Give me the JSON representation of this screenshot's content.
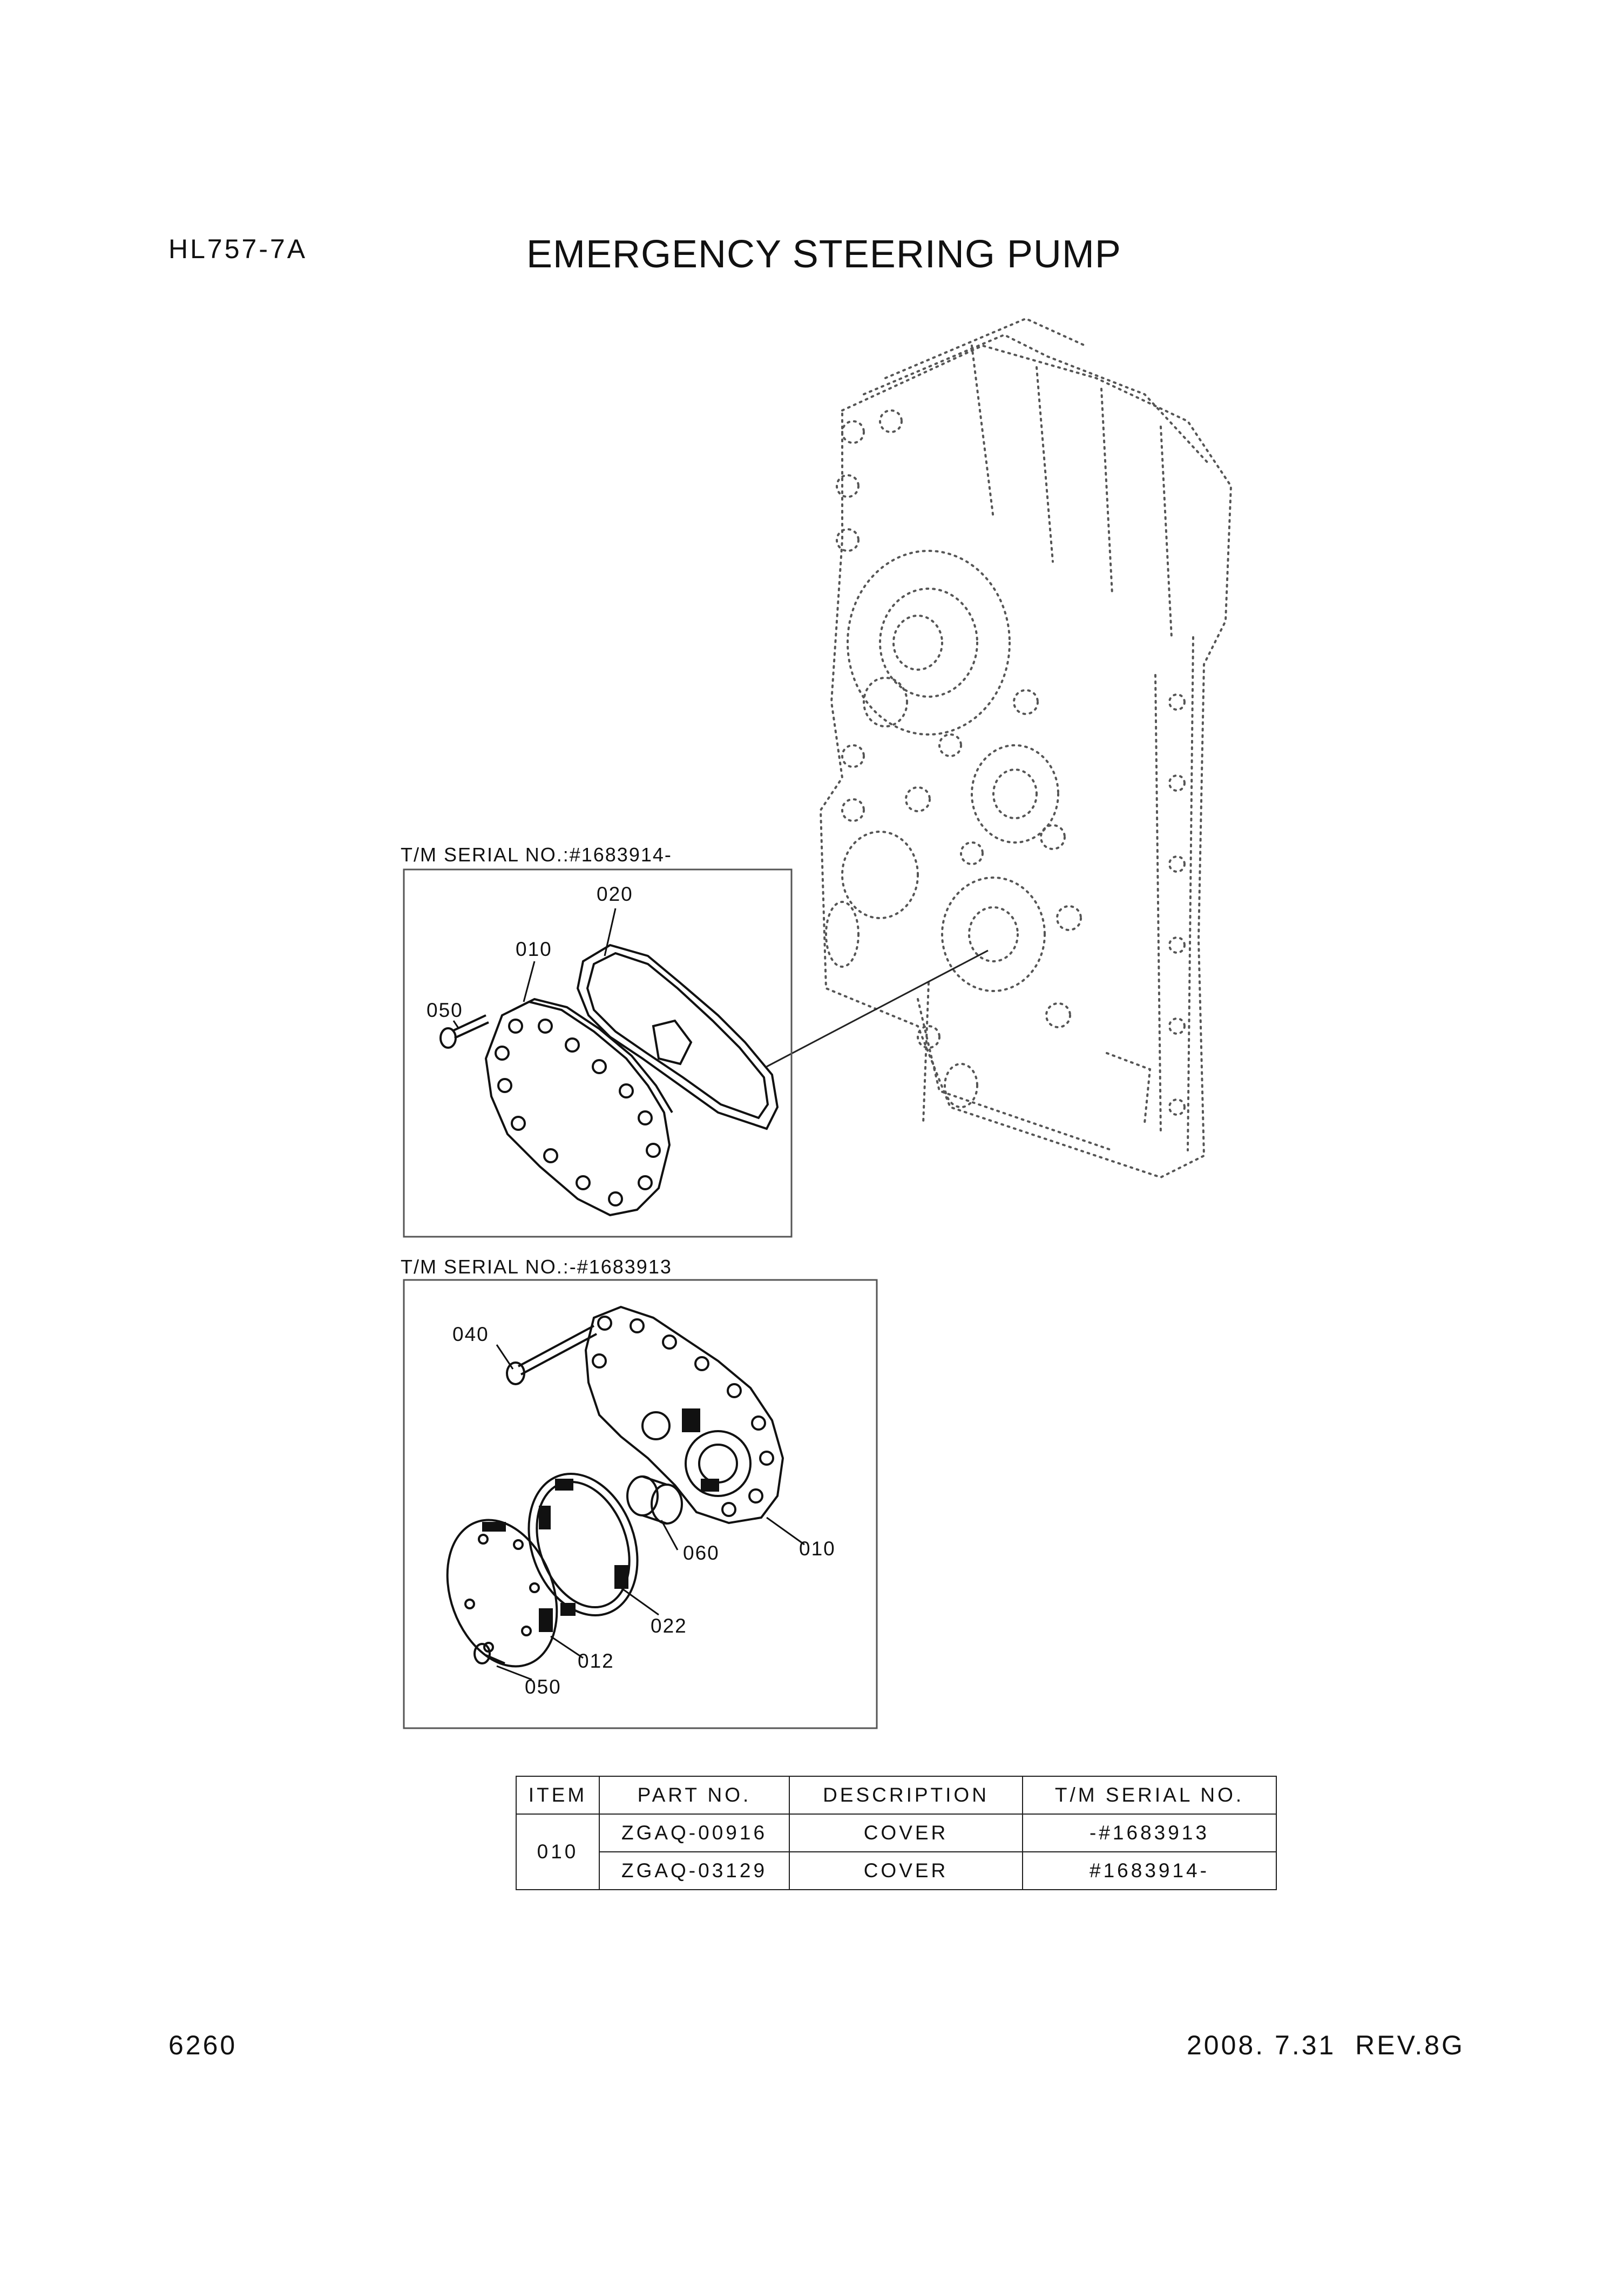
{
  "header": {
    "model": "HL757-7A",
    "title": "EMERGENCY STEERING PUMP"
  },
  "diagram": {
    "upper_box_label": "T/M SERIAL NO.:#1683914-",
    "lower_box_label": "T/M SERIAL NO.:-#1683913",
    "upper_callouts": [
      "020",
      "010",
      "050"
    ],
    "lower_callouts": [
      "040",
      "060",
      "010",
      "022",
      "012",
      "050"
    ]
  },
  "parts_table": {
    "headers": [
      "ITEM",
      "PART NO.",
      "DESCRIPTION",
      "T/M SERIAL NO."
    ],
    "item": "010",
    "rows": [
      {
        "part_no": "ZGAQ-00916",
        "description": "COVER",
        "serial": "-#1683913"
      },
      {
        "part_no": "ZGAQ-03129",
        "description": "COVER",
        "serial": "#1683914-"
      }
    ]
  },
  "footer": {
    "page_number": "6260",
    "date_rev": "2008. 7.31  REV.8G"
  }
}
